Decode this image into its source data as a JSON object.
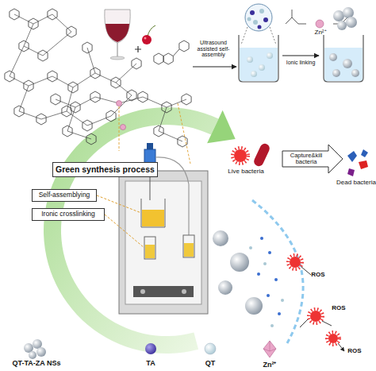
{
  "diagram": {
    "nodes": [
      {
        "text": [
          "Green synthesis process"
        ]
      },
      {
        "text": [
          "Self-assemblying"
        ]
      },
      {
        "text": [
          "Ironic crosslinking"
        ]
      }
    ],
    "labels": [
      "Ultrasound assisted self-assembly",
      "Zn²⁺",
      "Ionic linking",
      "Live bacteria",
      "Capture&kill bacteria",
      "Dead bacteria",
      "ROS",
      "ROS",
      "ROS"
    ],
    "legend": [
      {
        "text": "QT-TA-ZA NSs"
      },
      {
        "text": "TA"
      },
      {
        "text": "QT"
      },
      {
        "text": "Zn²⁺"
      }
    ]
  }
}
